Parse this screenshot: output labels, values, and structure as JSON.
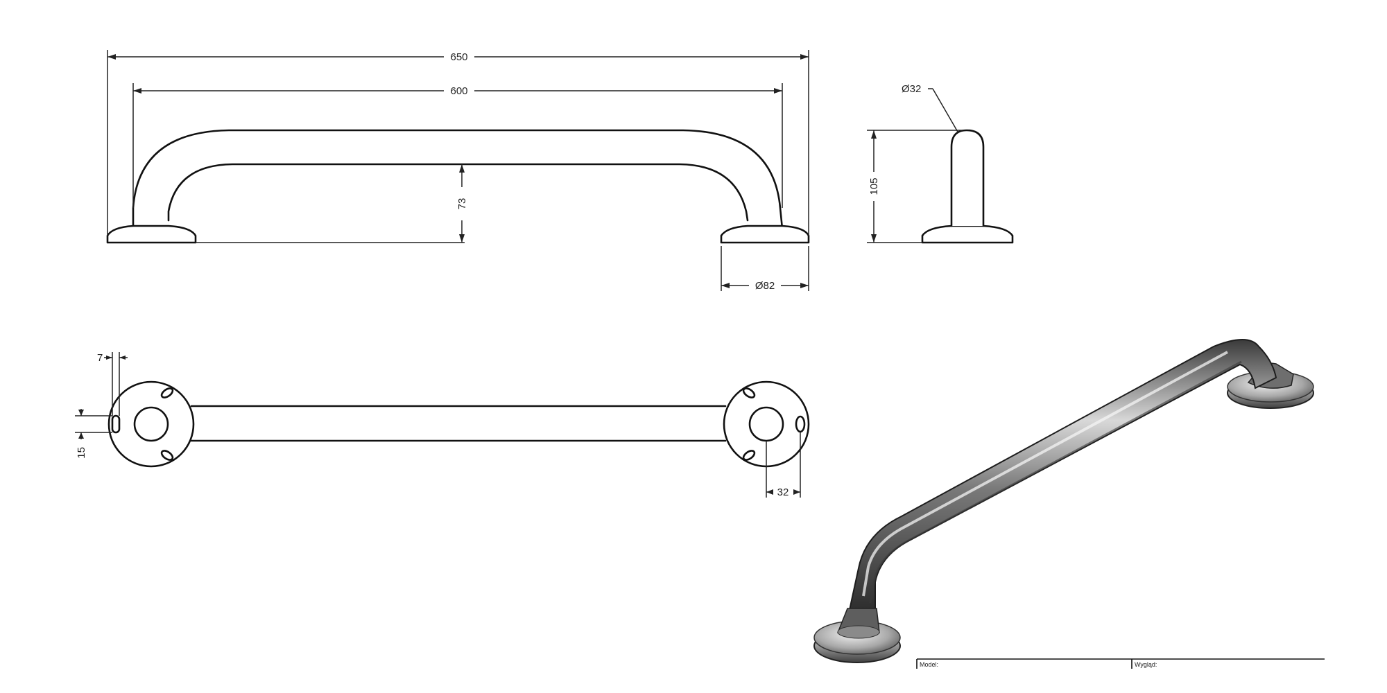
{
  "drawing": {
    "front_view": {
      "overall_length": "650",
      "center_distance": "600",
      "clearance_height": "73",
      "flange_diameter": "Ø82"
    },
    "side_view": {
      "tube_diameter": "Ø32",
      "height": "105"
    },
    "top_view": {
      "slot_width": "7",
      "slot_length": "15",
      "hole_offset": "32"
    }
  },
  "title_block": {
    "model_label": "Model:",
    "appearance_label": "Wygląd:"
  }
}
